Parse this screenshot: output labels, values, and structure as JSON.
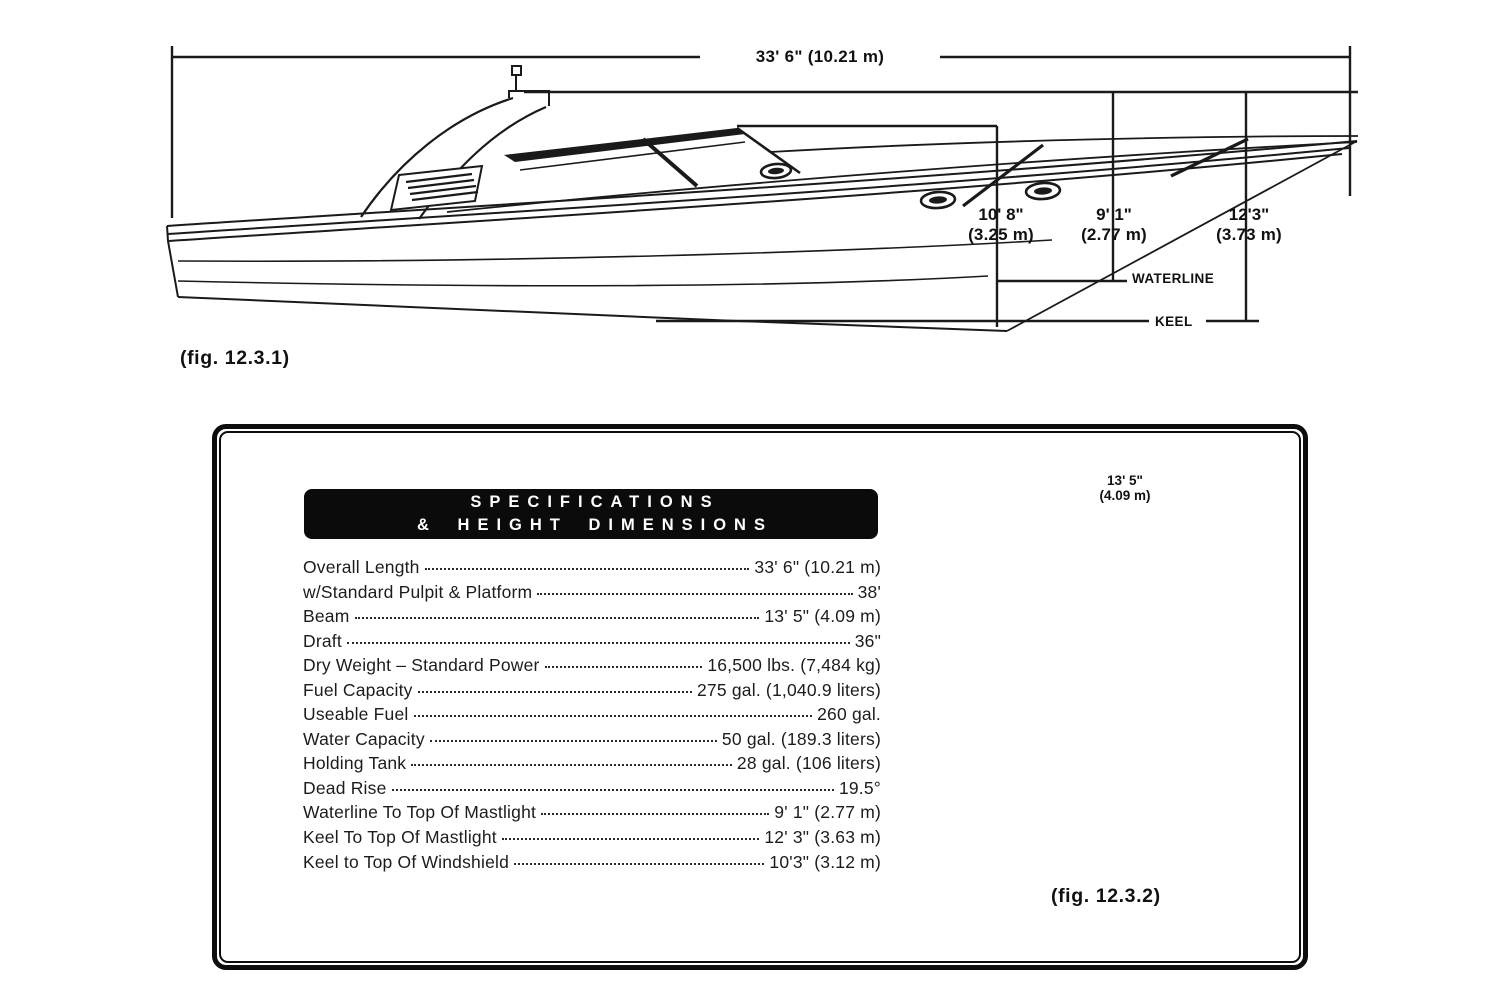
{
  "page": {
    "background": "#ffffff",
    "ink": "#111111",
    "accent_black": "#0b0b0b"
  },
  "figure1": {
    "caption": "(fig. 12.3.1)",
    "overall_length": "33' 6\" (10.21 m)",
    "height_dims": [
      {
        "feet": "10' 8\"",
        "metric": "(3.25 m)"
      },
      {
        "feet": "9' 1\"",
        "metric": "(2.77 m)"
      },
      {
        "feet": "12'3\"",
        "metric": "(3.73 m)"
      }
    ],
    "waterline_label": "WATERLINE",
    "keel_label": "KEEL"
  },
  "spec_box": {
    "title_line1": "SPECIFICATIONS",
    "title_line2": "& HEIGHT DIMENSIONS",
    "rows": [
      {
        "label": "Overall Length",
        "value": "33' 6\" (10.21 m)"
      },
      {
        "label": "w/Standard Pulpit & Platform",
        "value": "38'"
      },
      {
        "label": "Beam",
        "value": "13' 5\" (4.09 m)"
      },
      {
        "label": "Draft",
        "value": "36\""
      },
      {
        "label": "Dry Weight – Standard Power",
        "value": "16,500 lbs. (7,484 kg)"
      },
      {
        "label": "Fuel Capacity",
        "value": "275 gal. (1,040.9 liters)"
      },
      {
        "label": "Useable Fuel",
        "value": "260 gal."
      },
      {
        "label": "Water Capacity",
        "value": "50 gal. (189.3 liters)"
      },
      {
        "label": "Holding Tank",
        "value": "28 gal. (106 liters)"
      },
      {
        "label": "Dead Rise",
        "value": "19.5°"
      },
      {
        "label": "Waterline To Top Of Mastlight",
        "value": "9' 1\" (2.77 m)"
      },
      {
        "label": "Keel To Top Of Mastlight",
        "value": "12' 3\" (3.63 m)"
      },
      {
        "label": "Keel to Top Of Windshield",
        "value": "10'3\" (3.12 m)"
      }
    ]
  },
  "figure2": {
    "caption": "(fig. 12.3.2)",
    "beam_feet": "13' 5\"",
    "beam_metric": "(4.09 m)"
  }
}
